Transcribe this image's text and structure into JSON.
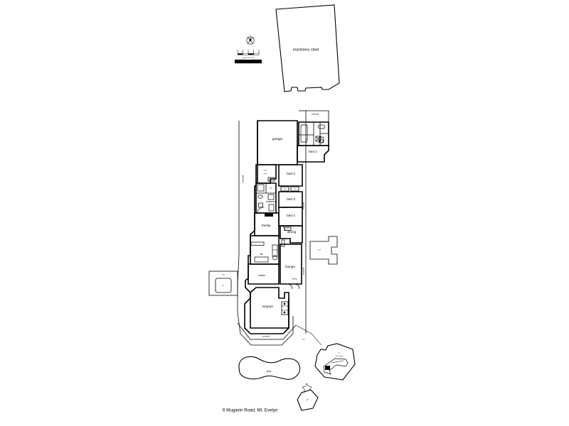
{
  "document": {
    "type": "architectural-floor-plan",
    "address": "6 Mugavin Road, Mt. Evelyn",
    "background_color": "#ffffff",
    "line_color": "#000000"
  },
  "compass": {
    "label": "N",
    "scale_ticks": [
      "0",
      "1",
      "2",
      "3",
      "4"
    ],
    "scale_caption": "approx scale in (m)",
    "scale_note": "This plan is for illustrative purposes only"
  },
  "outbuildings": [
    {
      "name": "machinery-shed",
      "label": "machinery shed"
    },
    {
      "name": "garden-shed",
      "label": "shed"
    },
    {
      "name": "bar-entertainment",
      "label": "bar",
      "label2": "entertaining"
    }
  ],
  "pool": {
    "label": "pool"
  },
  "rooms": [
    {
      "name": "garage",
      "label": "garage"
    },
    {
      "name": "verandah-top",
      "label": "verandah"
    },
    {
      "name": "bed-1",
      "label": "bed 1"
    },
    {
      "name": "bed-5-study",
      "label": "bed 5",
      "label2": "study"
    },
    {
      "name": "bed-4",
      "label": "bed 4"
    },
    {
      "name": "bed-3",
      "label": "bed 3"
    },
    {
      "name": "bed-2",
      "label": "bed 2"
    },
    {
      "name": "bath",
      "label": "bath"
    },
    {
      "name": "laundry",
      "label": "ldry"
    },
    {
      "name": "family",
      "label": "family"
    },
    {
      "name": "dining-upper",
      "label": "dining"
    },
    {
      "name": "kitchen",
      "label": "kit."
    },
    {
      "name": "meals",
      "label": "meals"
    },
    {
      "name": "lounge",
      "label": "lounge"
    },
    {
      "name": "dining-lower",
      "label": "dining"
    },
    {
      "name": "rumpus",
      "label": "rumpus"
    },
    {
      "name": "verandah-left",
      "label": "verandah"
    },
    {
      "name": "verandah-right",
      "label": "verandah"
    },
    {
      "name": "verandah-right2",
      "label": "verandah"
    },
    {
      "name": "verandah-bottom",
      "label": "verandah"
    },
    {
      "name": "deck-left",
      "label": "deck"
    },
    {
      "name": "spa",
      "label": "spa"
    },
    {
      "name": "deck-right",
      "label": "deck"
    },
    {
      "name": "deck-lower",
      "label": "deck"
    },
    {
      "name": "wc",
      "label": "wc"
    },
    {
      "name": "ens",
      "label": "ens"
    },
    {
      "name": "robe-a",
      "label": "robe"
    },
    {
      "name": "robe-b",
      "label": "robe"
    },
    {
      "name": "robe-c",
      "label": "robe"
    },
    {
      "name": "store",
      "label": "store"
    }
  ]
}
